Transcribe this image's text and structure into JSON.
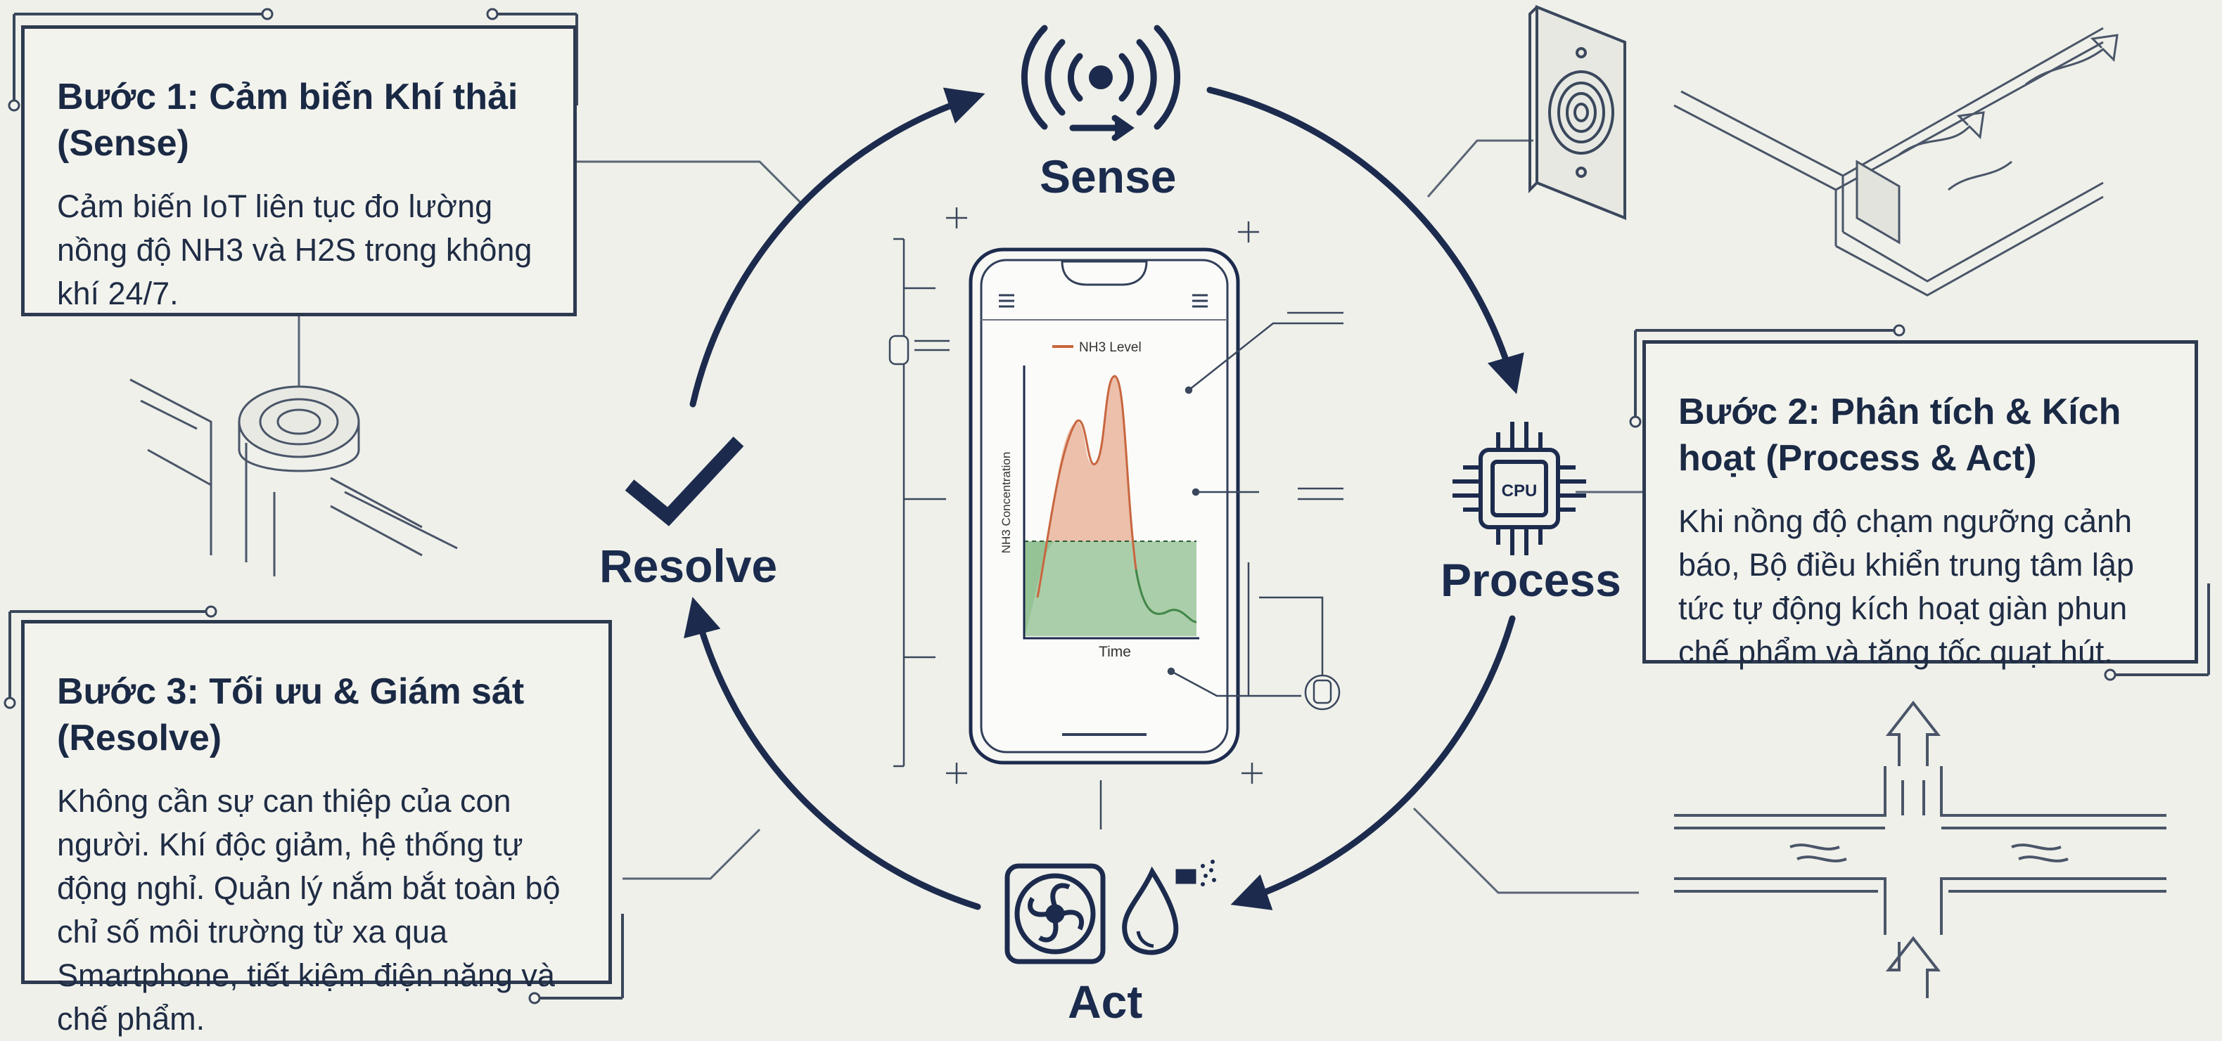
{
  "steps": {
    "step1": {
      "title": "Bước 1: Cảm biến Khí thải (Sense)",
      "body": "Cảm biến IoT liên tục đo lường nồng độ NH3 và H2S trong không khí 24/7."
    },
    "step2": {
      "title": "Bước 2: Phân tích & Kích hoạt (Process & Act)",
      "body": "Khi nồng độ chạm ngưỡng cảnh báo, Bộ điều khiển trung tâm lập tức tự động kích hoạt giàn phun chế phẩm và tăng tốc quạt hút."
    },
    "step3": {
      "title": "Bước 3: Tối ưu & Giám sát (Resolve)",
      "body": "Không cần sự can thiệp của con người. Khí độc giảm, hệ thống tự động nghỉ. Quản lý nắm bắt toàn bộ chỉ số môi trường từ xa qua Smartphone, tiết kiệm điện năng và chế phẩm."
    }
  },
  "cycle": {
    "sense": "Sense",
    "process": "Process",
    "act": "Act",
    "resolve": "Resolve",
    "cpu_chip_text": "CPU"
  },
  "phone_chart": {
    "legend": "NH3 Level",
    "ylabel": "NH3 Concentration",
    "xlabel": "Time"
  },
  "colors": {
    "navy": "#1c2b4d",
    "line_orange": "#c8663f",
    "line_green": "#3f8a4c",
    "area_orange": "#eab9a2",
    "area_green": "#8fbf8f",
    "background": "#eff0ea"
  },
  "icons": [
    "wifi-signal-icon",
    "cpu-icon",
    "fan-icon",
    "spray-drop-icon",
    "checkmark-icon",
    "hamburger-menu-icon",
    "sensor-icon",
    "duct-airflow-icon"
  ]
}
